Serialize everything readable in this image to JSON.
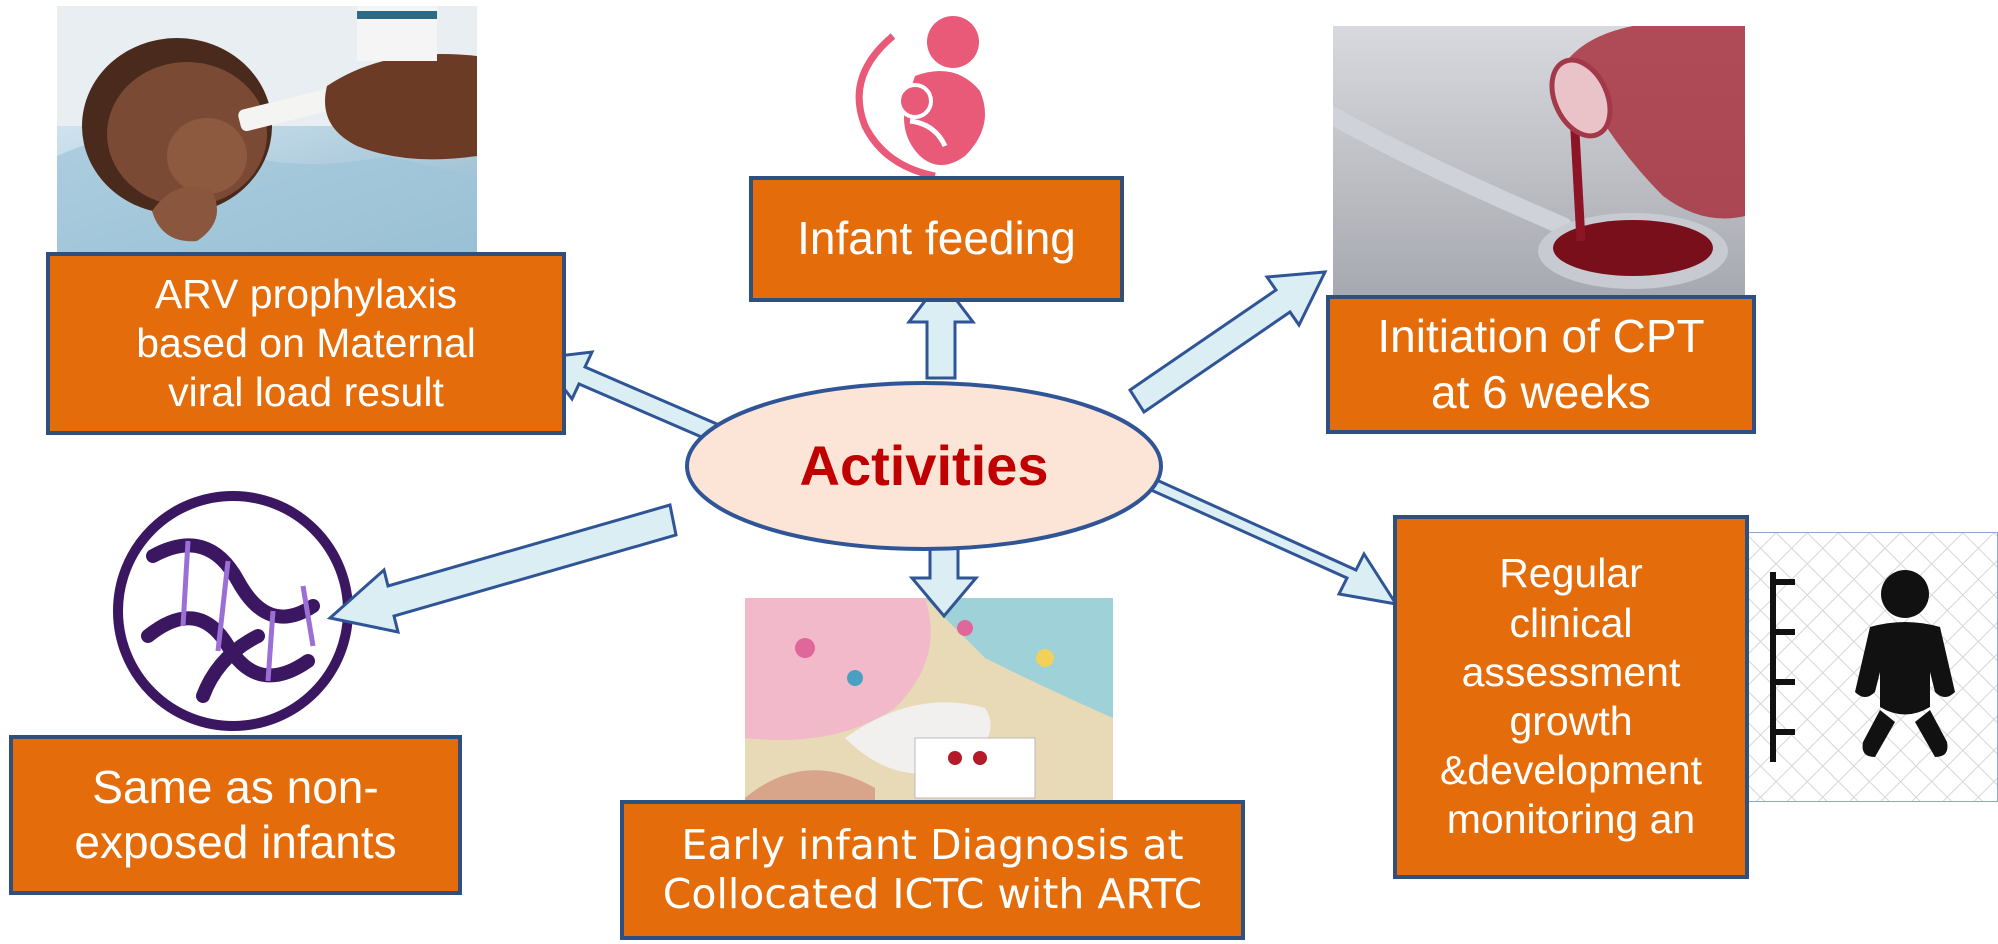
{
  "center": {
    "label": "Activities"
  },
  "boxes": {
    "arv": "ARV prophylaxis\nbased on Maternal\nviral load result",
    "feeding": "Infant feeding",
    "cpt": "Initiation of CPT\nat 6 weeks",
    "same": "Same as non-\nexposed infants",
    "eid": "Early infant Diagnosis at\nCollocated ICTC with ARTC",
    "regular": "Regular\nclinical\nassessment\ngrowth\n&development\nmonitoring an"
  },
  "colors": {
    "box_fill": "#e46c0a",
    "box_border": "#2f4f7f",
    "arrow_fill": "#dbeef4",
    "arrow_stroke": "#2f5597",
    "ellipse_fill": "#fce4d6",
    "center_text": "#c00000"
  },
  "icons": {
    "arv": "newborn-oral-syringe-photo",
    "feeding": "mother-breastfeeding-icon",
    "cpt": "syrup-spoon-photo",
    "same": "dna-strand-icon",
    "eid": "heel-prick-blood-test-photo",
    "regular": "baby-growth-chart-icon"
  }
}
